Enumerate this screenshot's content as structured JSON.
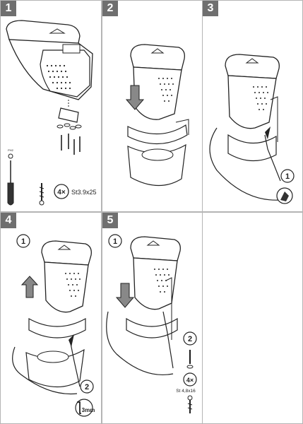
{
  "steps": [
    {
      "number": "1"
    },
    {
      "number": "2"
    },
    {
      "number": "3"
    },
    {
      "number": "4"
    },
    {
      "number": "5"
    }
  ],
  "step1": {
    "qty": "4×",
    "screw_spec": "St3.9x25",
    "tool_label": "PH2"
  },
  "step3": {
    "callout": "1"
  },
  "step4": {
    "callout_1": "1",
    "callout_2": "2",
    "wrench_size": "3mm"
  },
  "step5": {
    "callout_1": "1",
    "callout_2": "2",
    "qty": "4×",
    "screw_spec": "St 4,8x16"
  }
}
